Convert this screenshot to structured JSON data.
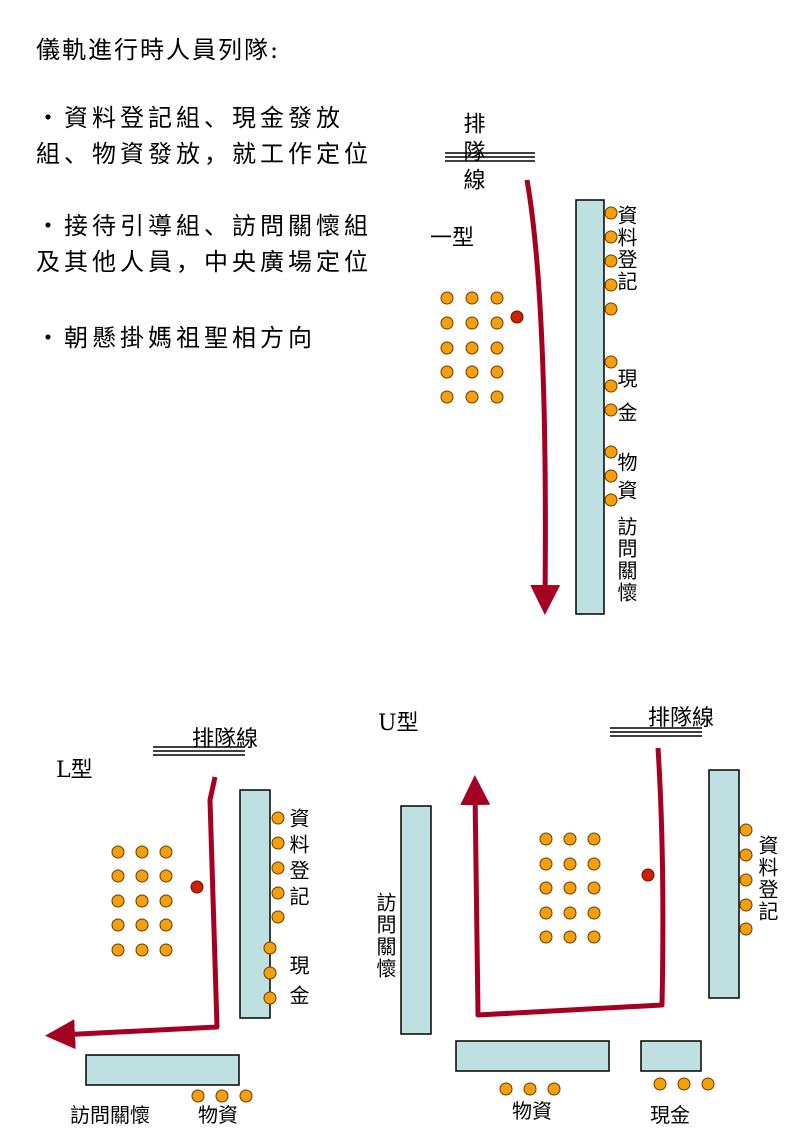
{
  "title": "儀軌進行時人員列隊:",
  "bullets": [
    "‧資料登記組、現金發放組、物資發放，就工作定位",
    "‧接待引導組、訪問關懷組及其他人員，中央廣場定位",
    "‧朝懸掛媽祖聖相方向"
  ],
  "diagrams": {
    "one": {
      "name": "一型",
      "queue_line": "排隊線",
      "labels": {
        "registration": "資料登記",
        "cash": "現金",
        "goods": "物資",
        "visit": "訪問關懷"
      }
    },
    "l": {
      "name": "L型",
      "queue_line": "排隊線",
      "labels": {
        "registration": "資料登記",
        "cash": "現金",
        "visit": "訪問關懷",
        "goods": "物資"
      }
    },
    "u": {
      "name": "U型",
      "queue_line": "排隊線",
      "labels": {
        "visit": "訪問關懷",
        "registration": "資料登記",
        "goods": "物資",
        "cash": "現金"
      }
    }
  },
  "colors": {
    "table": "#bfe0e0",
    "person": "#f5a00a",
    "leader": "#cc2200",
    "path": "#a50021"
  }
}
